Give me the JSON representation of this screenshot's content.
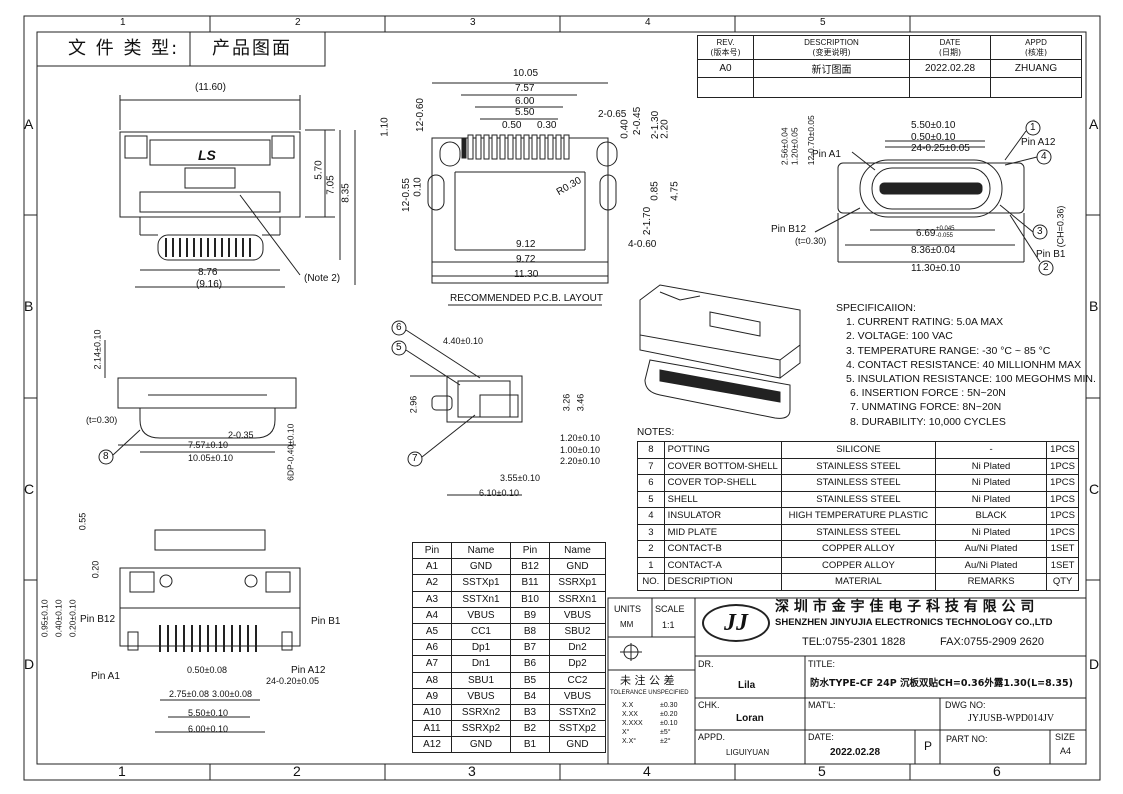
{
  "frame": {
    "top_ruler": [
      "1",
      "2",
      "3",
      "4",
      "5"
    ],
    "bottom_ruler": [
      "1",
      "2",
      "3",
      "4",
      "5",
      "6"
    ],
    "left_ruler": [
      "A",
      "B",
      "C",
      "D"
    ],
    "right_ruler": [
      "A",
      "B",
      "C",
      "D"
    ]
  },
  "header": {
    "doc_type_label": "文 件 类 型:",
    "doc_type_value": "产品图面"
  },
  "revision": {
    "headers": [
      [
        "REV.",
        "(版本号)"
      ],
      [
        "DESCRIPTION",
        "(变更说明)"
      ],
      [
        "DATE",
        "(日期)"
      ],
      [
        "APPD",
        "(核准)"
      ]
    ],
    "row": [
      "A0",
      "新订图面",
      "2022.02.28",
      "ZHUANG"
    ]
  },
  "views": {
    "top_left": {
      "d1": "(11.60)",
      "d2": "5.70",
      "d3": "7.05",
      "d4": "8.35",
      "d5": "8.76",
      "d6": "(9.16)",
      "note": "(Note 2)",
      "logo": "LS"
    },
    "pcb": {
      "d1": "10.05",
      "d2": "7.57",
      "d3": "6.00",
      "d4": "5.50",
      "d5": "0.50",
      "d6": "0.30",
      "d7": "2-0.65",
      "d8": "0.40",
      "d9": "2-0.45",
      "d10": "2-1.30",
      "d11": "2.20",
      "d12": "1.10",
      "d13": "12-0.60",
      "d14": "12-0.55",
      "d15": "0.10",
      "d16": "R0.30",
      "d17": "0.85",
      "d18": "4.75",
      "d19": "2-1.70",
      "d20": "9.12",
      "d21": "4-0.60",
      "d22": "9.72",
      "d23": "11.30",
      "caption": "RECOMMENDED  P.C.B. LAYOUT"
    },
    "front_right": {
      "d1": "5.50±0.10",
      "d2": "0.50±0.10",
      "d3": "24-0.25±0.05",
      "d4": "2.56±0.04",
      "d5": "1.20±0.05",
      "d6": "12-0.70±0.05",
      "pin_a1": "Pin A1",
      "pin_a12": "Pin A12",
      "pin_b12": "Pin B12",
      "pin_b1": "Pin B1",
      "t": "(t=0.30)",
      "d7": "6.69",
      "d7_tol_up": "+0.045",
      "d7_tol_dn": "-0.055",
      "d8": "8.36±0.04",
      "d9": "11.30±0.10",
      "ch": "(CH=0.36)",
      "c1": "1",
      "c2": "2",
      "c3": "3",
      "c4": "4"
    },
    "mid_left": {
      "d1": "2.14±0.10",
      "t": "(t=0.30)",
      "d2": "2-0.35",
      "d3": "7.57±0.10",
      "d4": "10.05±0.10",
      "d5": "6DP-0.40±0.10",
      "c8": "8"
    },
    "side": {
      "d1": "4.40±0.10",
      "d2": "2.96",
      "d3": "3.26",
      "d4": "3.46",
      "d5": "1.20±0.10",
      "d6": "1.00±0.10",
      "d7": "2.20±0.10",
      "d8": "3.55±0.10",
      "d9": "6.10±0.10",
      "c5": "5",
      "c6": "6",
      "c7": "7"
    },
    "bottom": {
      "d1": "0.55",
      "d2": "0.20",
      "d3": "0.95±0.10",
      "d4": "0.40±0.10",
      "d5": "0.20±0.10",
      "pin_b12": "Pin B12",
      "pin_b1": "Pin B1",
      "pin_a1": "Pin A1",
      "pin_a12": "Pin A12",
      "d6": "24-0.20±0.05",
      "d7": "2.75±0.08",
      "d8": "3.00±0.08",
      "d9": "0.50±0.08",
      "d10": "5.50±0.10",
      "d11": "6.00±0.10"
    }
  },
  "spec": {
    "title": "SPECIFICAIION:",
    "items": [
      "1. CURRENT RATING: 5.0A MAX",
      "2. VOLTAGE: 100 VAC",
      "3. TEMPERATURE RANGE: -30 °C ~ 85 °C",
      "4. CONTACT RESISTANCE: 40 MILLIONHM MAX",
      "5. INSULATION RESISTANCE: 100 MEGOHMS MIN.",
      "6. INSERTION FORCE : 5N~20N",
      "7. UNMATING FORCE: 8N~20N",
      "8. DURABILITY:  10,000 CYCLES"
    ]
  },
  "notes": {
    "label": "NOTES:",
    "rows": [
      [
        "8",
        "POTTING",
        "SILICONE",
        "-",
        "1PCS"
      ],
      [
        "7",
        "COVER BOTTOM-SHELL",
        "STAINLESS STEEL",
        "Ni Plated",
        "1PCS"
      ],
      [
        "6",
        "COVER TOP-SHELL",
        "STAINLESS STEEL",
        "Ni Plated",
        "1PCS"
      ],
      [
        "5",
        "SHELL",
        "STAINLESS STEEL",
        "Ni Plated",
        "1PCS"
      ],
      [
        "4",
        "INSULATOR",
        "HIGH TEMPERATURE PLASTIC",
        "BLACK",
        "1PCS"
      ],
      [
        "3",
        "MID PLATE",
        "STAINLESS STEEL",
        "Ni Plated",
        "1PCS"
      ],
      [
        "2",
        "CONTACT-B",
        "COPPER ALLOY",
        "Au/Ni Plated",
        "1SET"
      ],
      [
        "1",
        "CONTACT-A",
        "COPPER ALLOY",
        "Au/Ni Plated",
        "1SET"
      ]
    ],
    "header": [
      "NO.",
      "DESCRIPTION",
      "MATERIAL",
      "REMARKS",
      "QTY"
    ]
  },
  "pins": {
    "header": [
      "Pin",
      "Name",
      "Pin",
      "Name"
    ],
    "rows": [
      [
        "A1",
        "GND",
        "B12",
        "GND"
      ],
      [
        "A2",
        "SSTXp1",
        "B11",
        "SSRXp1"
      ],
      [
        "A3",
        "SSTXn1",
        "B10",
        "SSRXn1"
      ],
      [
        "A4",
        "VBUS",
        "B9",
        "VBUS"
      ],
      [
        "A5",
        "CC1",
        "B8",
        "SBU2"
      ],
      [
        "A6",
        "Dp1",
        "B7",
        "Dn2"
      ],
      [
        "A7",
        "Dn1",
        "B6",
        "Dp2"
      ],
      [
        "A8",
        "SBU1",
        "B5",
        "CC2"
      ],
      [
        "A9",
        "VBUS",
        "B4",
        "VBUS"
      ],
      [
        "A10",
        "SSRXn2",
        "B3",
        "SSTXn2"
      ],
      [
        "A11",
        "SSRXp2",
        "B2",
        "SSTXp2"
      ],
      [
        "A12",
        "GND",
        "B1",
        "GND"
      ]
    ]
  },
  "title_block": {
    "units_label": "UNITS",
    "units_value": "MM",
    "scale_label": "SCALE",
    "scale_value": "1:1",
    "company_cn": "深 圳 市 金 宇 佳 电 子 科 技 有 限 公 司",
    "company_en": "SHENZHEN JINYUJIA ELECTRONICS TECHNOLOGY CO.,LTD",
    "tel": "TEL:0755-2301 1828",
    "fax": "FAX:0755-2909 2620",
    "tol_cn": "未 注 公 差",
    "tol_en": "TOLERANCE UNSPECIFIED",
    "tol_rows": [
      [
        "X.X",
        "±0.30"
      ],
      [
        "X.XX",
        "±0.20"
      ],
      [
        "X.XXX",
        "±0.10"
      ],
      [
        "X°",
        "±5°"
      ],
      [
        "X.X°",
        "±2°"
      ]
    ],
    "dr_label": "DR.",
    "dr_value": "Lila",
    "chk_label": "CHK.",
    "chk_value": "Loran",
    "appd_label": "APPD.",
    "appd_value": "LIGUIYUAN",
    "title_label": "TITLE:",
    "title_value": "防水TYPE-CF 24P 沉板双贴CH=0.36外露1.30(L=8.35)",
    "mat_label": "MAT'L:",
    "dwg_label": "DWG NO:",
    "dwg_value": "JYJUSB-WPD014JV",
    "date_label": "DATE:",
    "date_value": "2022.02.28",
    "p_label": "P",
    "part_label": "PART NO:",
    "size_label": "SIZE",
    "size_value": "A4",
    "logo_text": "JJ"
  }
}
